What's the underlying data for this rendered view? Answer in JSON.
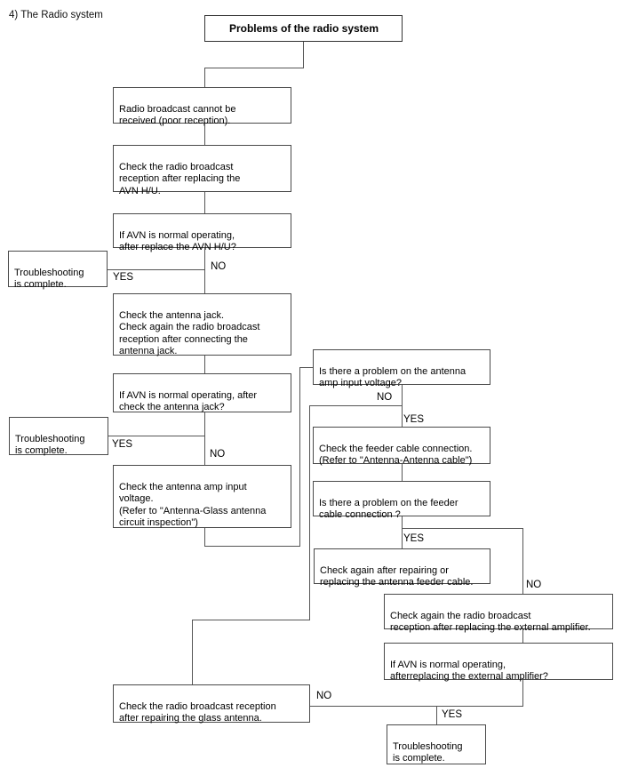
{
  "page": {
    "heading": "4) The Radio system"
  },
  "flowchart": {
    "title": "Problems of the radio system",
    "nodes": {
      "symptom": "Radio broadcast cannot be\nreceived (poor reception).",
      "replace_hu": "Check the radio broadcast\nreception after replacing the\nAVN H/U.",
      "hu_ok": "If AVN is normal operating,\nafter replace the AVN H/U?",
      "complete_1": "Troubleshooting\nis complete.",
      "antenna_jack": "Check the antenna jack.\nCheck again the radio broadcast\nreception after connecting the\nantenna jack.",
      "jack_ok": "If AVN is normal operating, after\ncheck the antenna jack?",
      "complete_2": "Troubleshooting\nis complete.",
      "amp_voltage": "Check the antenna amp input\nvoltage.\n(Refer to \"Antenna-Glass antenna\ncircuit inspection\")",
      "voltage_problem": "Is there a problem on the antenna\namp input voltage?",
      "feeder_check": "Check the feeder cable connection.\n(Refer to \"Antenna-Antenna cable\")",
      "feeder_problem": "Is there a problem on the feeder\ncable connection ?",
      "feeder_repair": "Check again after repairing or\nreplacing the antenna feeder cable.",
      "ext_amp_replace": "Check again the radio broadcast\nreception after replacing the external amplifier.",
      "ext_amp_ok": "If AVN is normal operating,\nafterreplacing the external amplifier?",
      "glass_repair": "Check the radio broadcast reception\nafter repairing the glass antenna.",
      "complete_3": "Troubleshooting\nis complete."
    },
    "labels": {
      "hu_yes": "YES",
      "hu_no": "NO",
      "jack_yes": "YES",
      "jack_no": "NO",
      "voltage_no": "NO",
      "voltage_yes": "YES",
      "feeder_yes": "YES",
      "feeder_no": "NO",
      "extamp_no": "NO",
      "extamp_yes": "YES"
    },
    "colors": {
      "line": "#555555",
      "border": "#4a4a4a",
      "text": "#000000"
    }
  }
}
